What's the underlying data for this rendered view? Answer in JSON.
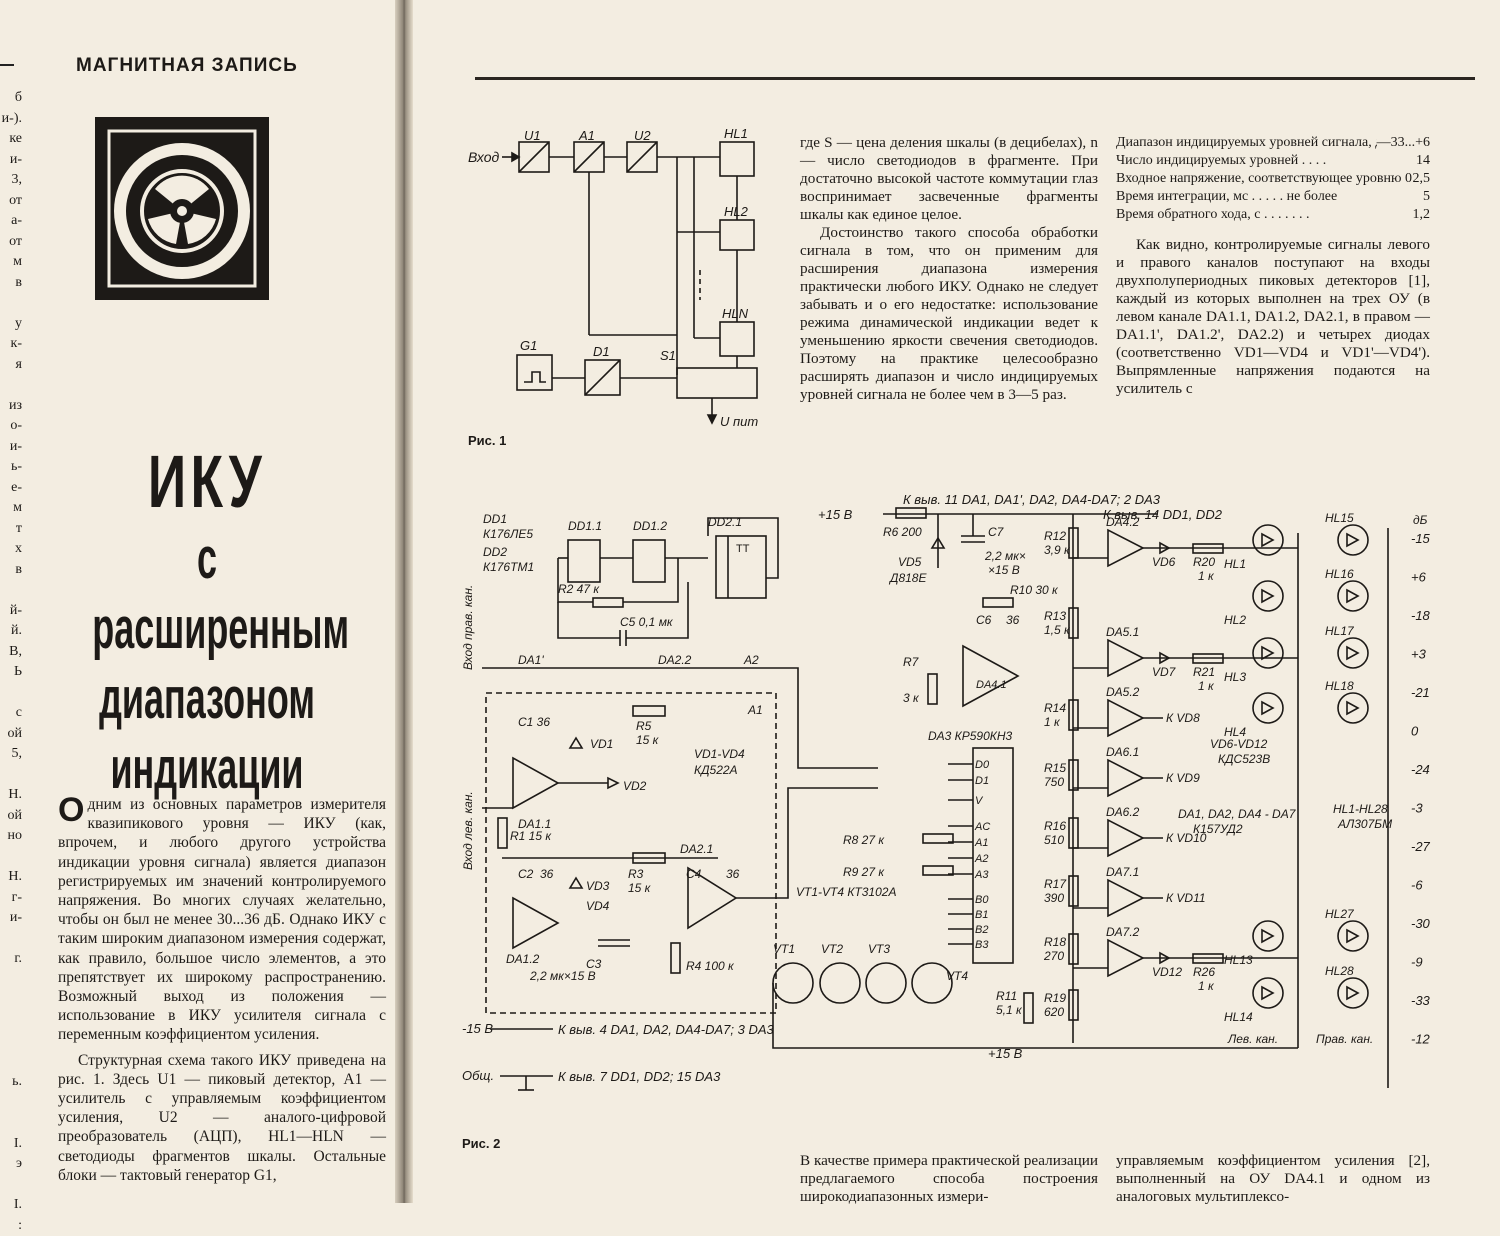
{
  "running_head": "МАГНИТНАЯ ЗАПИСЬ",
  "margin_fragments": [
    "б",
    "и-).",
    "ке",
    "и-",
    "3,",
    "от",
    "а-",
    "от",
    "м",
    "в",
    "",
    "у",
    "к-",
    "я",
    "",
    "из",
    "о-",
    "и-",
    "ь-",
    "е-",
    "м",
    "т",
    "х",
    "в",
    "",
    "й-",
    "й.",
    "В,",
    "Ь",
    "",
    "с",
    "ой",
    "5,",
    "",
    "Н.",
    "ой",
    "но",
    "",
    "Н.",
    "г-",
    "и-",
    "",
    "г.",
    "",
    "",
    "",
    "",
    "",
    "ь.",
    "",
    "",
    "I.",
    "э",
    "",
    "I.",
    ":"
  ],
  "headline": {
    "line1": "ИКУ",
    "line2": "с расширенным",
    "line3": "диапазоном",
    "line4": "индикации"
  },
  "left_body": {
    "dropcap": "О",
    "p1": "дним из основных параметров измерителя квазипикового уровня — ИКУ (как, впрочем, и любого другого устройства индикации уровня сигнала) является диапазон регистрируемых им значений контролируемого напряжения. Во многих случаях желательно, чтобы он был не менее 30...36 дБ. Однако ИКУ с таким широким диапазоном измерения содержат, как правило, большое число элементов, а это препятствует их широкому распространению. Возможный выход из положения — использование в ИКУ усилителя сигнала с переменным коэффициентом усиления.",
    "p2": "Структурная схема такого ИКУ приведена на рис. 1. Здесь U1 — пиковый детектор, A1 — усилитель с управляемым коэффициентом усиления, U2 — аналого-цифровой преобразователь (АЦП), HL1—HLN — светодиоды фрагментов шкалы. Остальные блоки — тактовый генератор G1,"
  },
  "mid_column": {
    "p1": "где S — цена деления шкалы (в децибелах), n — число светодиодов в фрагменте. При достаточно высокой частоте коммутации глаз воспринимает засвеченные фрагменты шкалы как единое целое.",
    "p2": "Достоинство такого способа обработки сигнала в том, что он применим для расширения диапазона измерения практически любого ИКУ. Однако не следует забывать и о его недостатке: использование режима динамической индикации ведет к уменьшению яркости свечения светодиодов. Поэтому на практике целесообразно расширять диапазон и число индицируемых уровней сигнала не более чем в 3—5 раз."
  },
  "specs": [
    {
      "label": "Диапазон индицируемых уровней сигнала, дБ . . . . . .",
      "value": "—33...+6"
    },
    {
      "label": "Число индицируемых уровней . . . .",
      "value": "14"
    },
    {
      "label": "Входное напряжение, соответствующее уровню 0 дБ, В . . . . .",
      "value": "2,5"
    },
    {
      "label": "Время интеграции, мс . . . . . не более",
      "value": "5"
    },
    {
      "label": "Время обратного хода, с . . . . . . .",
      "value": "1,2"
    }
  ],
  "right_column": {
    "p1": "Как видно, контролируемые сигналы левого и правого каналов поступают на входы двухполупериодных пиковых детекторов [1], каждый из которых выполнен на трех ОУ (в левом канале DA1.1, DA1.2, DA2.1, в правом — DA1.1', DA1.2', DA2.2) и четырех диодах (соответственно VD1—VD4 и VD1'—VD4'). Выпрямленные напряжения подаются на усилитель с"
  },
  "bottom": {
    "mid": "В качестве примера практической реализации предлагаемого способа построения широкодиапазонных измери-",
    "right": "управляемым коэффициентом усиления [2], выполненный на ОУ DA4.1 и одном из аналоговых мультиплексо-"
  },
  "fig1": {
    "caption": "Рис. 1",
    "input": "Вход",
    "blocks": [
      "U1",
      "A1",
      "U2",
      "HL1",
      "HL2",
      "HLN",
      "G1",
      "D1",
      "S1"
    ],
    "power": "U пит"
  },
  "fig2": {
    "caption": "Рис. 2",
    "labels": {
      "dd1": "DD1",
      "dd1t": "К176ЛЕ5",
      "dd2": "DD2",
      "dd2t": "К176ТМ1",
      "dd11": "DD1.1",
      "dd12": "DD1.2",
      "dd21": "DD2.1",
      "tt": "TT",
      "r2": "R2 47 к",
      "c5": "C5 0,1 мк",
      "vin_r": "Вход прав. кан.",
      "da1p": "DA1'",
      "da22": "DA2.2",
      "a2": "A2",
      "a1": "A1",
      "vin_l": "Вход лев. кан.",
      "c1": "C1 36",
      "vd1": "VD1",
      "r5": "R5",
      "r5v": "15 к",
      "vd14": "VD1-VD4",
      "vd14t": "КД522А",
      "da11": "DA1.1",
      "vd2": "VD2",
      "r1": "R1 15 к",
      "r3": "R3",
      "r3v": "15 к",
      "da21": "DA2.1",
      "c4": "C4",
      "c4v": "36",
      "c2": "C2",
      "c2v": "36",
      "vd3": "VD3",
      "vd4": "VD4",
      "da12": "DA1.2",
      "c3": "C3",
      "c3v": "2,2 мк×15 В",
      "r4": "R4 100 к",
      "p15": "+15 В",
      "m15": "-15 В",
      "kvyv11": "К выв. 11 DA1, DA1', DA2, DA4-DA7; 2 DA3",
      "r6": "R6 200",
      "vd5": "VD5",
      "vd5t": "Д818Е",
      "c7": "C7",
      "c7v": "2,2 мк×",
      "c7v2": "×15 В",
      "kvyv14": "К выв. 14 DD1, DD2",
      "r12": "R12",
      "r12v": "3,9 к",
      "r10": "R10 30 к",
      "c6": "C6",
      "c6v": "36",
      "r13": "R13",
      "r13v": "1,5 к",
      "r7": "R7",
      "r7v": "3 к",
      "da41": "DA4.1",
      "da3": "DA3 КР590КН3",
      "r14": "R14",
      "r14v": "1 к",
      "r15": "R15",
      "r15v": "750",
      "r16": "R16",
      "r16v": "510",
      "r17": "R17",
      "r17v": "390",
      "r18": "R18",
      "r18v": "270",
      "r19": "R19",
      "r19v": "620",
      "r11": "R11",
      "r11v": "5,1 к",
      "r8": "R8 27 к",
      "r9": "R9 27 к",
      "vt14": "VT1-VT4 КТ3102А",
      "vt1": "VT1",
      "vt2": "VT2",
      "vt3": "VT3",
      "vt4": "VT4",
      "da42": "DA4.2",
      "vd6": "VD6",
      "r20": "R20",
      "r20v": "1 к",
      "da51": "DA5.1",
      "vd7": "VD7",
      "r21": "R21",
      "r21v": "1 к",
      "da52": "DA5.2",
      "kvd8": "К VD8",
      "da61": "DA6.1",
      "kvd9": "К VD9",
      "da62": "DA6.2",
      "kvd10": "К VD10",
      "da71": "DA7.1",
      "kvd11": "К VD11",
      "da72": "DA7.2",
      "vd12": "VD12",
      "r26": "R26",
      "r26v": "1 к",
      "vd612": "VD6-VD12",
      "vd612t": "КДС523В",
      "dagrp": "DA1, DA2, DA4 - DA7",
      "dagrpt": "К157УД2",
      "hl128": "HL1-HL28",
      "hl128t": "АЛ307БМ",
      "hl1": "HL1",
      "hl2": "HL2",
      "hl3": "HL3",
      "hl4": "HL4",
      "hl13": "HL13",
      "hl14": "HL14",
      "hl15": "HL15",
      "hl16": "HL16",
      "hl17": "HL17",
      "hl18": "HL18",
      "hl27": "HL27",
      "hl28": "HL28",
      "db": "дБ",
      "levkan": "Лев. кан.",
      "pravkan": "Прав. кан.",
      "kvyv4": "К выв. 4 DA1, DA2, DA4-DA7; 3 DA3",
      "obshch": "Общ.",
      "kvyv7": "К выв. 7 DD1, DD2; 15 DA3"
    },
    "db_scale": [
      "-15",
      "+6",
      "-18",
      "+3",
      "-21",
      "0",
      "-24",
      "-3",
      "-27",
      "-6",
      "-30",
      "-9",
      "-33",
      "-12"
    ]
  }
}
